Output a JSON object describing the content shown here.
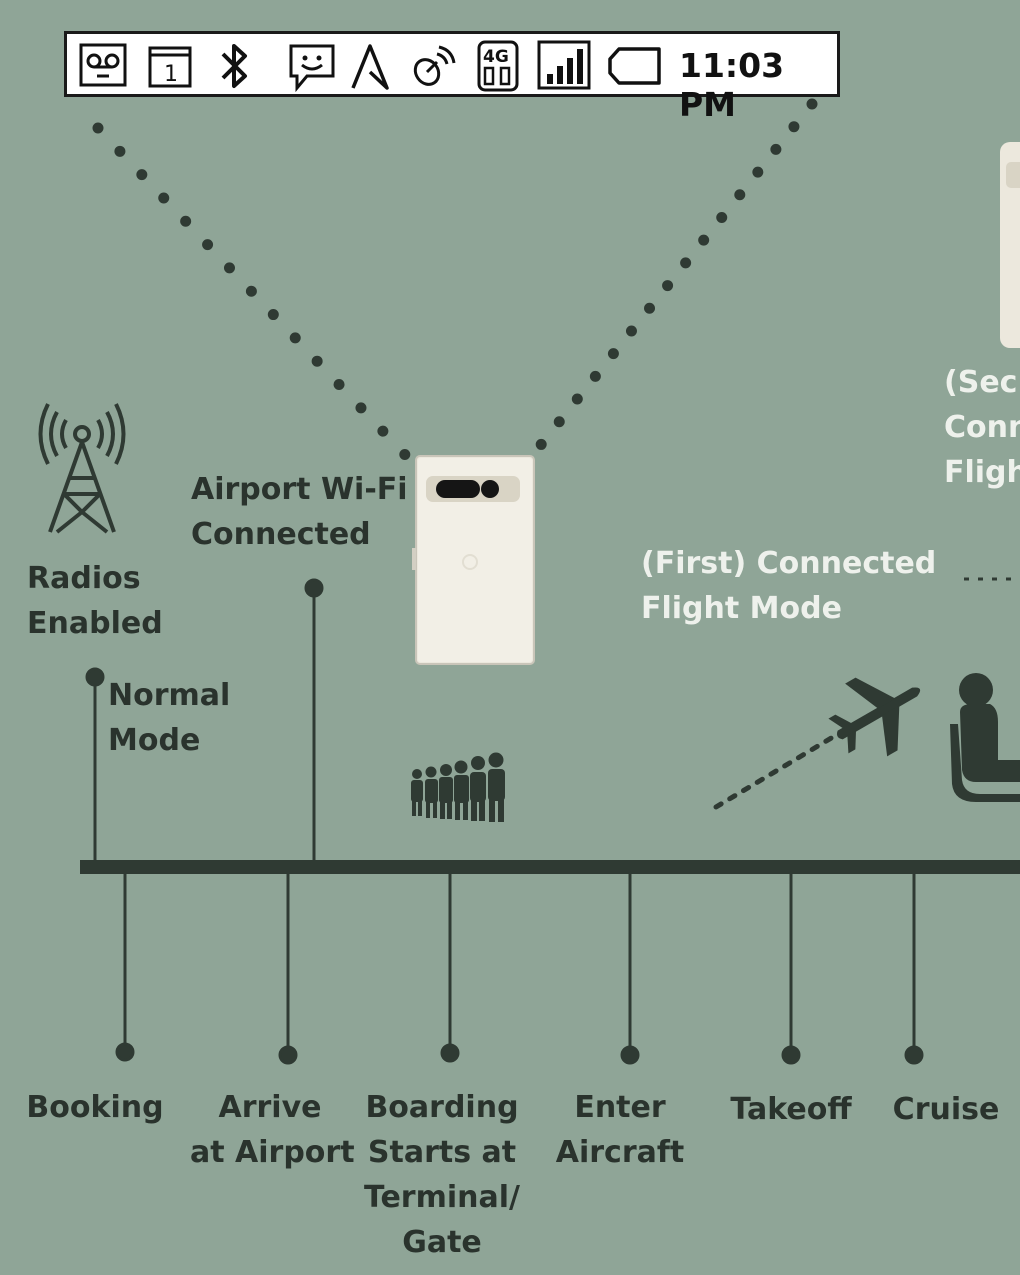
{
  "status_bar": {
    "time": "11:03 PM",
    "icons": [
      "voicemail-icon",
      "calendar-icon",
      "bluetooth-icon",
      "message-icon",
      "navigation-icon",
      "satellite-icon",
      "network-4g-icon",
      "signal-icon",
      "battery-icon"
    ],
    "calendar_day": "1",
    "network_label": "4G"
  },
  "milestones": [
    {
      "lines": [
        "Booking"
      ]
    },
    {
      "lines": [
        "Arrive",
        "at Airport"
      ]
    },
    {
      "lines": [
        "Boarding",
        "Starts at",
        "Terminal/",
        "Gate"
      ]
    },
    {
      "lines": [
        "Enter",
        "Aircraft"
      ]
    },
    {
      "lines": [
        "Takeoff"
      ]
    },
    {
      "lines": [
        "Cruise"
      ]
    }
  ],
  "events": {
    "radios": [
      "Radios",
      "Enabled"
    ],
    "normal": [
      "Normal",
      "Mode"
    ],
    "wifi": [
      "Airport Wi-Fi",
      "Connected"
    ],
    "first_flight": [
      "(First) Connected",
      "Flight Mode"
    ],
    "second_flight": [
      "(Sec",
      "Conn",
      "Fligh"
    ]
  },
  "icons": {
    "tower": "radio-tower-icon",
    "phone": "phone-icon",
    "people": "queue-people-icon",
    "plane": "airplane-icon",
    "seated": "seated-passenger-icon"
  },
  "colors": {
    "background": "#8fa597",
    "ink": "#2a332d",
    "light_text": "#eef1ec",
    "phone_body": "#ece8dd"
  }
}
